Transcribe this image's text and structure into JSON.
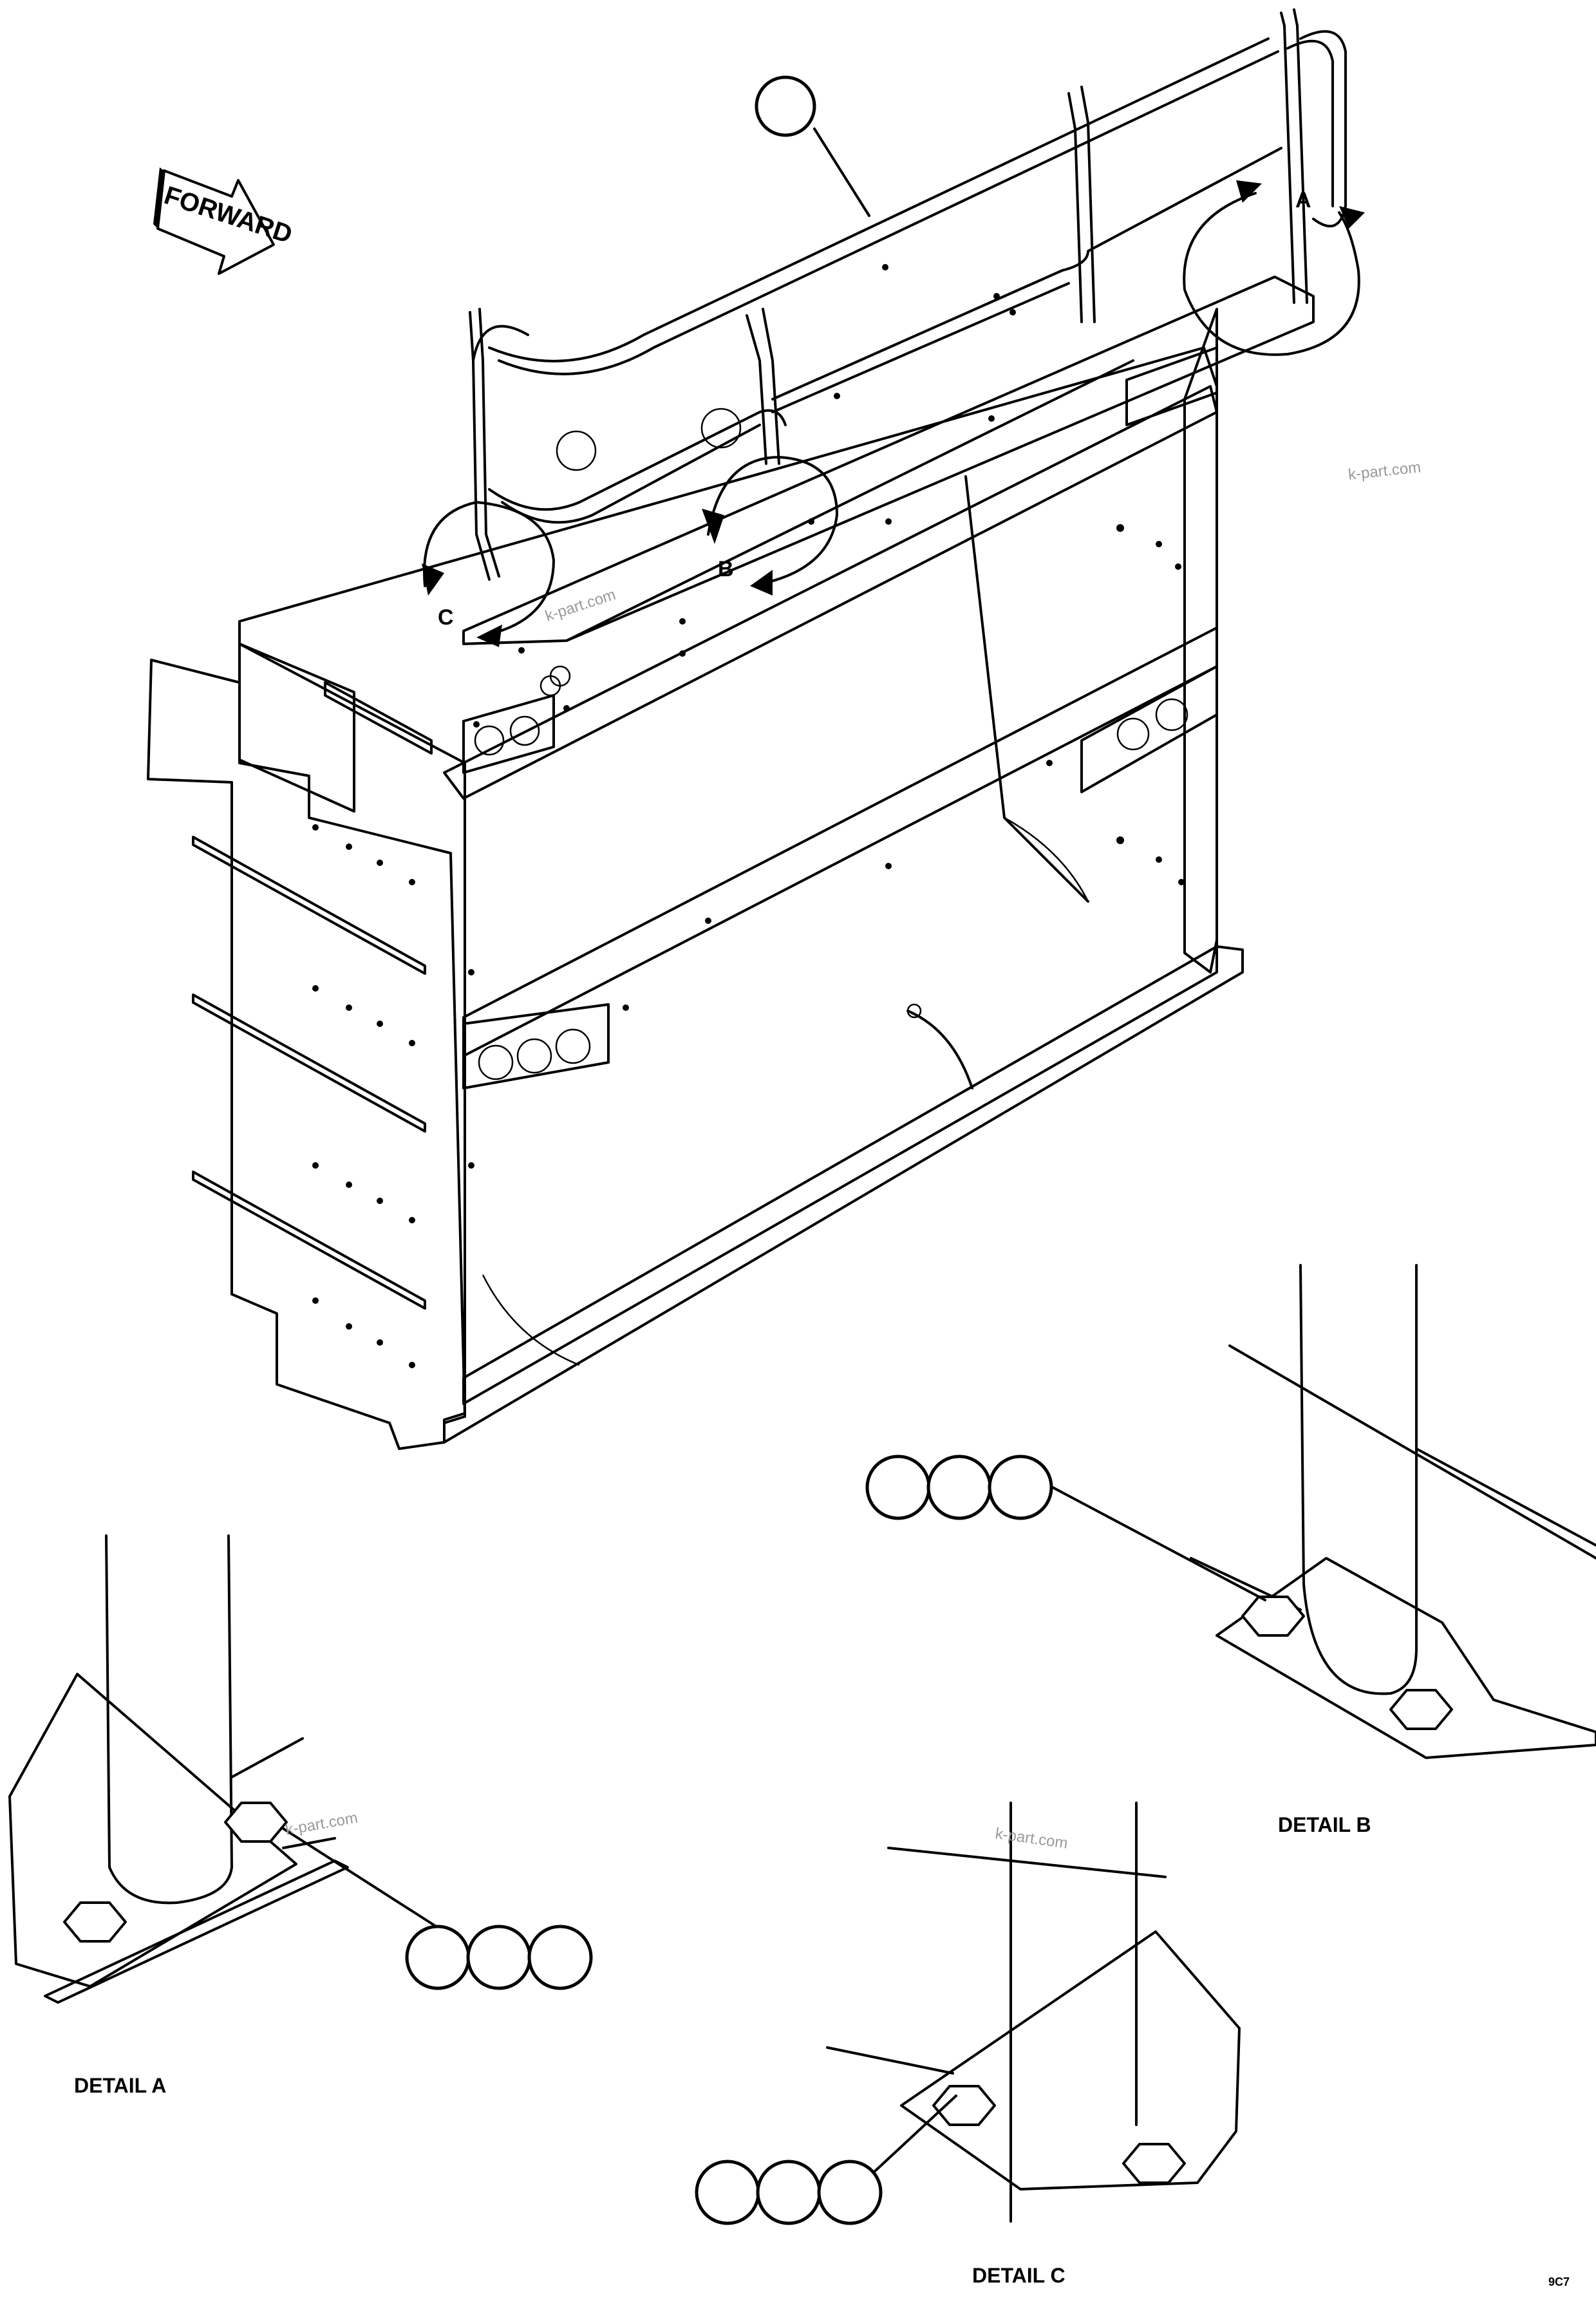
{
  "arrow": {
    "label": "FORWARD"
  },
  "detail_markers": {
    "a": "A",
    "b": "B",
    "c": "C"
  },
  "detail_titles": {
    "a": "DETAIL A",
    "b": "DETAIL B",
    "c": "DETAIL C"
  },
  "watermarks": [
    "k-part.com",
    "k-part.com",
    "k-part.com",
    "k-part.com"
  ],
  "page_code": "9C7"
}
